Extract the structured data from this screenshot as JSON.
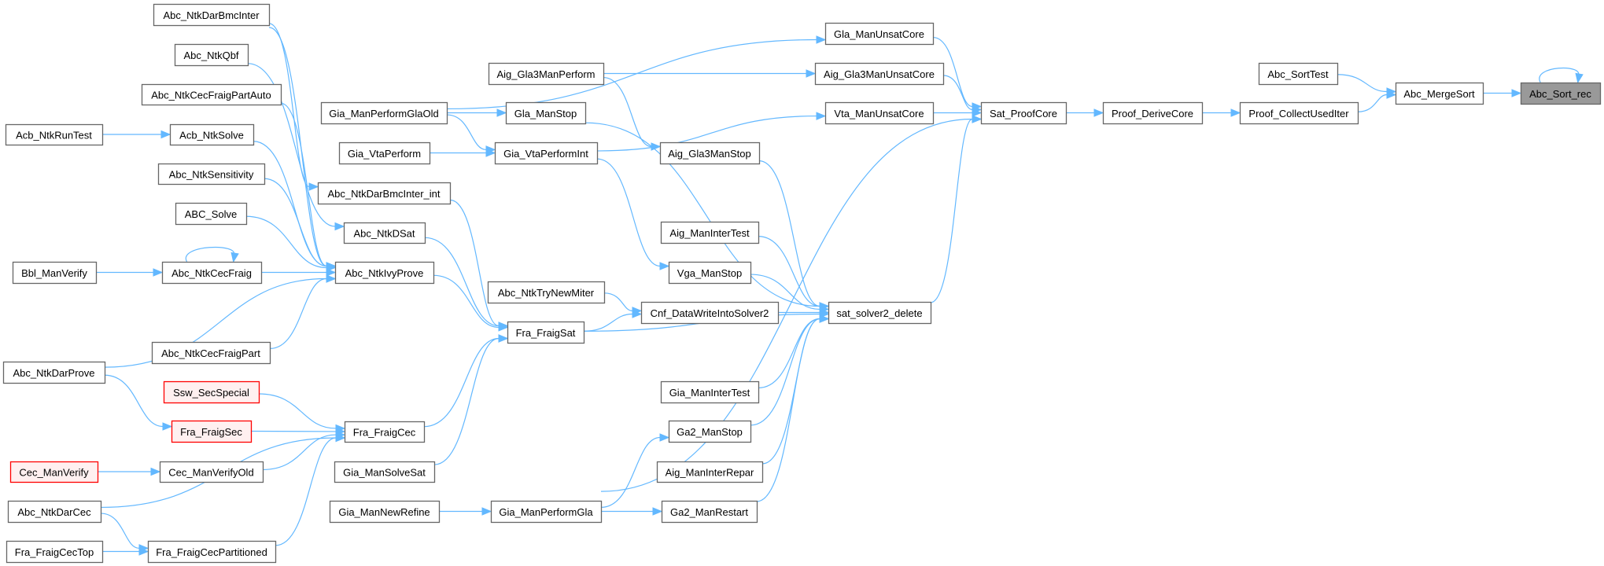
{
  "graph": {
    "title": "Abc_Sort_rec caller graph",
    "edge_color": "#63b8ff",
    "current_fill": "#999999",
    "red_border": "#ff0000",
    "nodes": [
      {
        "id": "Abc_Sort_rec",
        "label": "Abc_Sort_rec",
        "style": "current"
      },
      {
        "id": "Abc_MergeSort",
        "label": "Abc_MergeSort",
        "style": "normal"
      },
      {
        "id": "Abc_SortTest",
        "label": "Abc_SortTest",
        "style": "normal"
      },
      {
        "id": "Proof_CollectUsedIter",
        "label": "Proof_CollectUsedIter",
        "style": "normal"
      },
      {
        "id": "Proof_DeriveCore",
        "label": "Proof_DeriveCore",
        "style": "normal"
      },
      {
        "id": "Sat_ProofCore",
        "label": "Sat_ProofCore",
        "style": "normal"
      },
      {
        "id": "Gla_ManUnsatCore",
        "label": "Gla_ManUnsatCore",
        "style": "normal"
      },
      {
        "id": "Aig_Gla3ManUnsatCore",
        "label": "Aig_Gla3ManUnsatCore",
        "style": "normal"
      },
      {
        "id": "Vta_ManUnsatCore",
        "label": "Vta_ManUnsatCore",
        "style": "normal"
      },
      {
        "id": "sat_solver2_delete",
        "label": "sat_solver2_delete",
        "style": "normal"
      },
      {
        "id": "Gia_ManPerformGlaOld",
        "label": "Gia_ManPerformGlaOld",
        "style": "normal"
      },
      {
        "id": "Aig_Gla3ManPerform",
        "label": "Aig_Gla3ManPerform",
        "style": "normal"
      },
      {
        "id": "Gla_ManStop",
        "label": "Gla_ManStop",
        "style": "normal"
      },
      {
        "id": "Gia_VtaPerform",
        "label": "Gia_VtaPerform",
        "style": "normal"
      },
      {
        "id": "Gia_VtaPerformInt",
        "label": "Gia_VtaPerformInt",
        "style": "normal"
      },
      {
        "id": "Aig_Gla3ManStop",
        "label": "Aig_Gla3ManStop",
        "style": "normal"
      },
      {
        "id": "Aig_ManInterTest",
        "label": "Aig_ManInterTest",
        "style": "normal"
      },
      {
        "id": "Vga_ManStop",
        "label": "Vga_ManStop",
        "style": "normal"
      },
      {
        "id": "Cnf_DataWriteIntoSolver2",
        "label": "Cnf_DataWriteIntoSolver2",
        "style": "normal"
      },
      {
        "id": "Abc_NtkTryNewMiter",
        "label": "Abc_NtkTryNewMiter",
        "style": "normal"
      },
      {
        "id": "Fra_FraigSat",
        "label": "Fra_FraigSat",
        "style": "normal"
      },
      {
        "id": "Gia_ManInterTest",
        "label": "Gia_ManInterTest",
        "style": "normal"
      },
      {
        "id": "Ga2_ManStop",
        "label": "Ga2_ManStop",
        "style": "normal"
      },
      {
        "id": "Aig_ManInterRepar",
        "label": "Aig_ManInterRepar",
        "style": "normal"
      },
      {
        "id": "Ga2_ManRestart",
        "label": "Ga2_ManRestart",
        "style": "normal"
      },
      {
        "id": "Gia_ManPerformGla",
        "label": "Gia_ManPerformGla",
        "style": "normal"
      },
      {
        "id": "Gia_ManNewRefine",
        "label": "Gia_ManNewRefine",
        "style": "normal"
      },
      {
        "id": "Gia_ManSolveSat",
        "label": "Gia_ManSolveSat",
        "style": "normal"
      },
      {
        "id": "Fra_FraigCec",
        "label": "Fra_FraigCec",
        "style": "normal"
      },
      {
        "id": "Abc_NtkIvyProve",
        "label": "Abc_NtkIvyProve",
        "style": "normal"
      },
      {
        "id": "Abc_NtkDSat",
        "label": "Abc_NtkDSat",
        "style": "normal"
      },
      {
        "id": "Abc_NtkDarBmcInter_int",
        "label": "Abc_NtkDarBmcInter_int",
        "style": "normal"
      },
      {
        "id": "Abc_NtkDarBmcInter",
        "label": "Abc_NtkDarBmcInter",
        "style": "normal"
      },
      {
        "id": "Abc_NtkQbf",
        "label": "Abc_NtkQbf",
        "style": "normal"
      },
      {
        "id": "Abc_NtkCecFraigPartAuto",
        "label": "Abc_NtkCecFraigPartAuto",
        "style": "normal"
      },
      {
        "id": "Acb_NtkRunTest",
        "label": "Acb_NtkRunTest",
        "style": "normal"
      },
      {
        "id": "Acb_NtkSolve",
        "label": "Acb_NtkSolve",
        "style": "normal"
      },
      {
        "id": "Abc_NtkSensitivity",
        "label": "Abc_NtkSensitivity",
        "style": "normal"
      },
      {
        "id": "ABC_Solve",
        "label": "ABC_Solve",
        "style": "normal"
      },
      {
        "id": "Bbl_ManVerify",
        "label": "Bbl_ManVerify",
        "style": "normal"
      },
      {
        "id": "Abc_NtkCecFraig",
        "label": "Abc_NtkCecFraig",
        "style": "normal"
      },
      {
        "id": "Abc_NtkCecFraigPart",
        "label": "Abc_NtkCecFraigPart",
        "style": "normal"
      },
      {
        "id": "Abc_NtkDarProve",
        "label": "Abc_NtkDarProve",
        "style": "normal"
      },
      {
        "id": "Ssw_SecSpecial",
        "label": "Ssw_SecSpecial",
        "style": "red"
      },
      {
        "id": "Fra_FraigSec",
        "label": "Fra_FraigSec",
        "style": "red"
      },
      {
        "id": "Cec_ManVerify",
        "label": "Cec_ManVerify",
        "style": "red"
      },
      {
        "id": "Cec_ManVerifyOld",
        "label": "Cec_ManVerifyOld",
        "style": "normal"
      },
      {
        "id": "Abc_NtkDarCec",
        "label": "Abc_NtkDarCec",
        "style": "normal"
      },
      {
        "id": "Fra_FraigCecTop",
        "label": "Fra_FraigCecTop",
        "style": "normal"
      },
      {
        "id": "Fra_FraigCecPartitioned",
        "label": "Fra_FraigCecPartitioned",
        "style": "normal"
      }
    ],
    "edges": [
      [
        "Abc_Sort_rec",
        "Abc_Sort_rec"
      ],
      [
        "Abc_MergeSort",
        "Abc_Sort_rec"
      ],
      [
        "Abc_SortTest",
        "Abc_MergeSort"
      ],
      [
        "Proof_CollectUsedIter",
        "Abc_MergeSort"
      ],
      [
        "Proof_DeriveCore",
        "Proof_CollectUsedIter"
      ],
      [
        "Sat_ProofCore",
        "Proof_DeriveCore"
      ],
      [
        "Gla_ManUnsatCore",
        "Sat_ProofCore"
      ],
      [
        "Aig_Gla3ManUnsatCore",
        "Sat_ProofCore"
      ],
      [
        "Vta_ManUnsatCore",
        "Sat_ProofCore"
      ],
      [
        "sat_solver2_delete",
        "Sat_ProofCore"
      ],
      [
        "Gia_ManPerformGla",
        "Sat_ProofCore"
      ],
      [
        "Gia_ManPerformGlaOld",
        "Gla_ManUnsatCore"
      ],
      [
        "Aig_Gla3ManPerform",
        "Aig_Gla3ManUnsatCore"
      ],
      [
        "Gia_VtaPerformInt",
        "Vta_ManUnsatCore"
      ],
      [
        "Gia_ManPerformGlaOld",
        "Gla_ManStop"
      ],
      [
        "Gia_ManPerformGlaOld",
        "Gia_VtaPerformInt"
      ],
      [
        "Gia_VtaPerform",
        "Gia_VtaPerformInt"
      ],
      [
        "Aig_Gla3ManPerform",
        "Aig_Gla3ManStop"
      ],
      [
        "Gia_VtaPerformInt",
        "Vga_ManStop"
      ],
      [
        "Gla_ManStop",
        "sat_solver2_delete"
      ],
      [
        "Aig_Gla3ManStop",
        "sat_solver2_delete"
      ],
      [
        "Aig_ManInterTest",
        "sat_solver2_delete"
      ],
      [
        "Vga_ManStop",
        "sat_solver2_delete"
      ],
      [
        "Cnf_DataWriteIntoSolver2",
        "sat_solver2_delete"
      ],
      [
        "Fra_FraigSat",
        "sat_solver2_delete"
      ],
      [
        "Gia_ManInterTest",
        "sat_solver2_delete"
      ],
      [
        "Ga2_ManStop",
        "sat_solver2_delete"
      ],
      [
        "Aig_ManInterRepar",
        "sat_solver2_delete"
      ],
      [
        "Ga2_ManRestart",
        "sat_solver2_delete"
      ],
      [
        "Abc_NtkTryNewMiter",
        "Cnf_DataWriteIntoSolver2"
      ],
      [
        "Fra_FraigSat",
        "Cnf_DataWriteIntoSolver2"
      ],
      [
        "Gia_ManPerformGla",
        "Ga2_ManStop"
      ],
      [
        "Gia_ManPerformGla",
        "Ga2_ManRestart"
      ],
      [
        "Gia_ManNewRefine",
        "Gia_ManPerformGla"
      ],
      [
        "Abc_NtkIvyProve",
        "Fra_FraigSat"
      ],
      [
        "Abc_NtkDSat",
        "Fra_FraigSat"
      ],
      [
        "Abc_NtkDarBmcInter_int",
        "Fra_FraigSat"
      ],
      [
        "Fra_FraigCec",
        "Fra_FraigSat"
      ],
      [
        "Gia_ManSolveSat",
        "Fra_FraigSat"
      ],
      [
        "Abc_NtkDarBmcInter",
        "Abc_NtkIvyProve"
      ],
      [
        "Abc_NtkQbf",
        "Abc_NtkDSat"
      ],
      [
        "Abc_NtkCecFraigPartAuto",
        "Abc_NtkIvyProve"
      ],
      [
        "Acb_NtkRunTest",
        "Acb_NtkSolve"
      ],
      [
        "Acb_NtkSolve",
        "Abc_NtkIvyProve"
      ],
      [
        "Abc_NtkSensitivity",
        "Abc_NtkIvyProve"
      ],
      [
        "ABC_Solve",
        "Abc_NtkIvyProve"
      ],
      [
        "Abc_NtkDarBmcInter",
        "Abc_NtkDarBmcInter_int"
      ],
      [
        "Bbl_ManVerify",
        "Abc_NtkCecFraig"
      ],
      [
        "Abc_NtkCecFraig",
        "Abc_NtkCecFraig"
      ],
      [
        "Abc_NtkCecFraig",
        "Abc_NtkIvyProve"
      ],
      [
        "Abc_NtkDarProve",
        "Abc_NtkIvyProve"
      ],
      [
        "Abc_NtkCecFraigPart",
        "Abc_NtkIvyProve"
      ],
      [
        "Abc_NtkDarProve",
        "Fra_FraigSec"
      ],
      [
        "Ssw_SecSpecial",
        "Fra_FraigCec"
      ],
      [
        "Fra_FraigSec",
        "Fra_FraigCec"
      ],
      [
        "Cec_ManVerify",
        "Cec_ManVerifyOld"
      ],
      [
        "Cec_ManVerifyOld",
        "Fra_FraigCec"
      ],
      [
        "Abc_NtkDarCec",
        "Fra_FraigCec"
      ],
      [
        "Abc_NtkDarCec",
        "Fra_FraigCecPartitioned"
      ],
      [
        "Fra_FraigCecTop",
        "Fra_FraigCecPartitioned"
      ],
      [
        "Fra_FraigCecPartitioned",
        "Fra_FraigCec"
      ]
    ]
  }
}
